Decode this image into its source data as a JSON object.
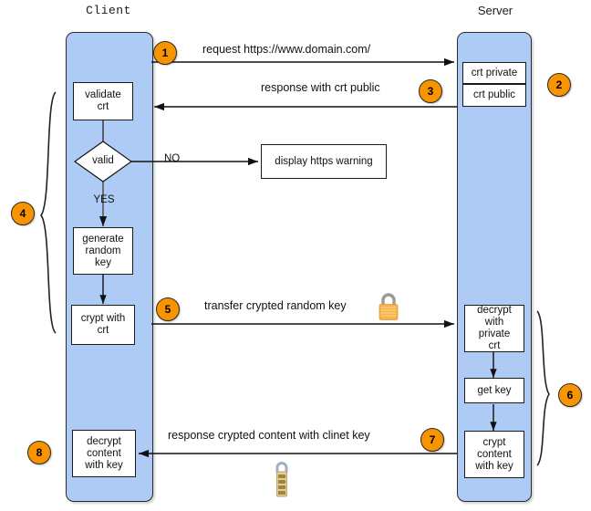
{
  "diagram": {
    "title_client": "Client",
    "title_server": "Server",
    "accent_badge_color": "#f79400",
    "lane_color": "#aecbf5",
    "line_color": "#111111"
  },
  "lanes": [
    {
      "id": "client",
      "label": "Client"
    },
    {
      "id": "server",
      "label": "Server"
    }
  ],
  "client_nodes": {
    "validate_crt": "validate\ncrt",
    "valid_decision": "valid",
    "yes_label": "YES",
    "no_label": "NO",
    "generate_random_key": "generate\nrandom\nkey",
    "crypt_with_crt": "crypt with\ncrt",
    "decrypt_content_with_key": "decrypt\ncontent\nwith key"
  },
  "external_nodes": {
    "https_warning": "display https warning"
  },
  "server_nodes": {
    "crt_private": "crt private",
    "crt_public": "crt public",
    "decrypt_with_private_crt": "decrypt\nwith\nprivate\ncrt",
    "get_key": "get key",
    "crypt_content_with_key": "crypt\ncontent\nwith key"
  },
  "messages": [
    {
      "step": "1",
      "label": "request https://www.domain.com/",
      "direction": "client-to-server"
    },
    {
      "step": "3",
      "label": "response with crt public",
      "direction": "server-to-client"
    },
    {
      "step": "5",
      "label": "transfer crypted random key",
      "direction": "client-to-server",
      "icon": "padlock-icon"
    },
    {
      "step": "7",
      "label": "response crypted content with clinet key",
      "direction": "server-to-client",
      "icon": "combination-padlock-icon"
    }
  ],
  "badges": [
    {
      "id": "badge-1",
      "value": "1"
    },
    {
      "id": "badge-2",
      "value": "2"
    },
    {
      "id": "badge-3",
      "value": "3"
    },
    {
      "id": "badge-4",
      "value": "4"
    },
    {
      "id": "badge-5",
      "value": "5"
    },
    {
      "id": "badge-6",
      "value": "6"
    },
    {
      "id": "badge-7",
      "value": "7"
    },
    {
      "id": "badge-8",
      "value": "8"
    }
  ],
  "icons": {
    "lock_closed": "padlock-icon",
    "lock_combination": "combination-padlock-icon"
  }
}
